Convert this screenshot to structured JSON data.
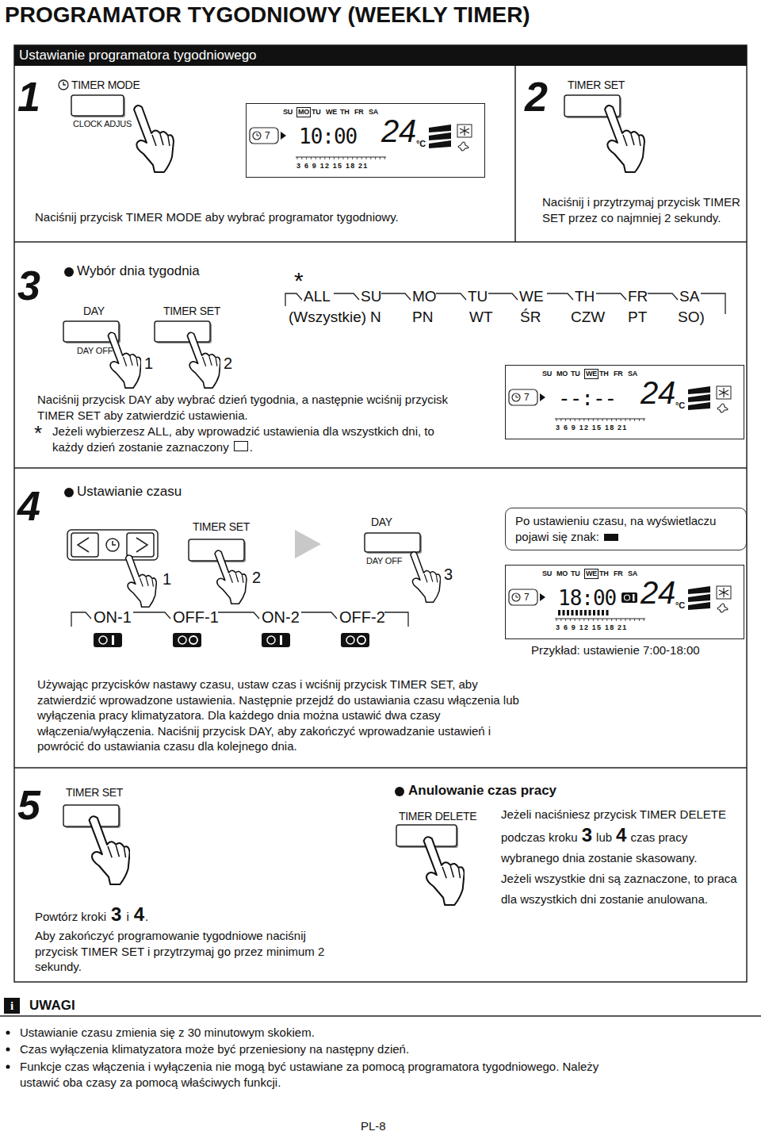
{
  "diagram": {
    "title": "PROGRAMATOR TYGODNIOWY (WEEKLY TIMER)",
    "nodes": [
      {
        "text": [
          "Ustawianie programatora tygodniowego"
        ]
      },
      {
        "text": [
          "SU",
          "MO",
          "TU",
          "WE",
          "TH",
          "FR",
          "SA",
          "7",
          "10:00",
          "24",
          "°C",
          "3 6 9 12 15 18 21"
        ]
      },
      {
        "text": [
          "SU",
          "MO",
          "TU",
          "WE",
          "TH",
          "FR",
          "SA",
          "7",
          "--:--",
          "24",
          "°C",
          "3 6 9 12 15 18 21"
        ]
      },
      {
        "text": [
          "Po ustawieniu czasu, na wyświetlaczu pojawi się znak:"
        ]
      },
      {
        "text": [
          "SU",
          "MO",
          "TU",
          "WE",
          "TH",
          "FR",
          "SA",
          "7",
          "18:00",
          "24",
          "°C",
          "3 6 9 12 15 18 21"
        ]
      }
    ],
    "labels": [
      "1",
      "TIMER MODE",
      "CLOCK ADJUS",
      "Naciśnij przycisk TIMER MODE aby wybrać programator tygodniowy.",
      "2",
      "TIMER SET",
      "Naciśnij i przytrzymaj przycisk TIMER SET przez co najmniej 2 sekundy.",
      "3",
      "Wybór dnia tygodnia",
      "DAY",
      "TIMER SET",
      "DAY OFF",
      "1",
      "2",
      "*",
      "ALL",
      "SU",
      "MO",
      "TU",
      "WE",
      "TH",
      "FR",
      "SA",
      "(Wszystkie)",
      "N",
      "PN",
      "WT",
      "ŚR",
      "CZW",
      "PT",
      "SO)",
      "Naciśnij przycisk DAY aby wybrać dzień tygodnia, a następnie wciśnij przycisk TIMER SET aby zatwierdzić ustawienia.",
      "*",
      "Jeżeli wybierzesz ALL, aby wprowadzić ustawienia dla wszystkich dni, to każdy dzień zostanie zaznaczony",
      ".",
      "4",
      "Ustawianie czasu",
      "TIMER SET",
      "DAY",
      "DAY OFF",
      "1",
      "2",
      "3",
      "ON-1",
      "OFF-1",
      "ON-2",
      "OFF-2",
      "Przykład: ustawienie 7:00-18:00",
      "Używając przycisków nastawy czasu, ustaw czas i wciśnij przycisk TIMER SET, aby zatwierdzić wprowadzone ustawienia. Następnie przejdź do ustawiania czasu włączenia lub wyłączenia pracy klimatyzatora. Dla każdego dnia można ustawić dwa czasy włączenia/wyłączenia. Naciśnij przycisk DAY, aby zakończyć wprowadzanie ustawień i powrócić do ustawiania czasu dla kolejnego dnia.",
      "5",
      "TIMER SET",
      "Powtórz kroki",
      "3",
      "i",
      "4",
      ".",
      "Aby zakończyć programowanie tygodniowe naciśnij przycisk TIMER SET i przytrzymaj go przez minimum 2 sekundy.",
      "Anulowanie czas pracy",
      "TIMER DELETE",
      "Jeżeli naciśniesz przycisk TIMER DELETE podczas kroku",
      "3",
      "lub",
      "4",
      "czas pracy wybranego dnia zostanie skasowany.",
      "Jeżeli wszystkie dni są zaznaczone, to praca dla wszystkich dni zostanie anulowana.",
      "i",
      "UWAGI",
      "Ustawianie czasu zmienia się z 30 minutowym skokiem.",
      "Czas wyłączenia klimatyzatora może być przeniesiony na następny dzień.",
      "Funkcje czas włączenia i wyłączenia nie mogą być ustawiane za pomocą programatora tygodniowego. Należy ustawić oba czasy za pomocą właściwych funkcji.",
      "PL-8"
    ]
  }
}
